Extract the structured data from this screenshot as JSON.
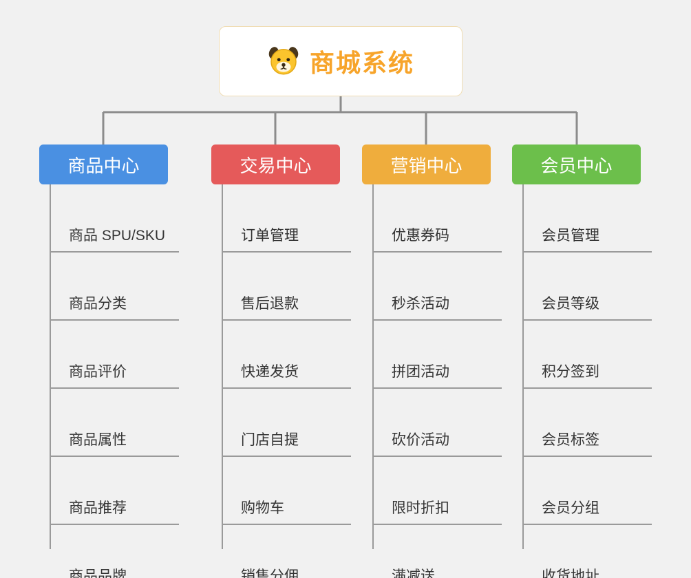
{
  "root": {
    "title": "商城系统",
    "icon": "dog-icon",
    "title_color": "#f7a42a"
  },
  "branches": [
    {
      "label": "商品中心",
      "color": "#4a90e2",
      "children": [
        "商品 SPU/SKU",
        "商品分类",
        "商品评价",
        "商品属性",
        "商品推荐",
        "商品品牌"
      ]
    },
    {
      "label": "交易中心",
      "color": "#e55a5a",
      "children": [
        "订单管理",
        "售后退款",
        "快递发货",
        "门店自提",
        "购物车",
        "销售分佣"
      ]
    },
    {
      "label": "营销中心",
      "color": "#efad3d",
      "children": [
        "优惠券码",
        "秒杀活动",
        "拼团活动",
        "砍价活动",
        "限时折扣",
        "满减送"
      ]
    },
    {
      "label": "会员中心",
      "color": "#6cbf4b",
      "children": [
        "会员管理",
        "会员等级",
        "积分签到",
        "会员标签",
        "会员分组",
        "收货地址"
      ]
    }
  ],
  "colors": {
    "line": "#9a9a9a",
    "background": "#f1f1f1",
    "root_border": "#f0ddb4"
  }
}
